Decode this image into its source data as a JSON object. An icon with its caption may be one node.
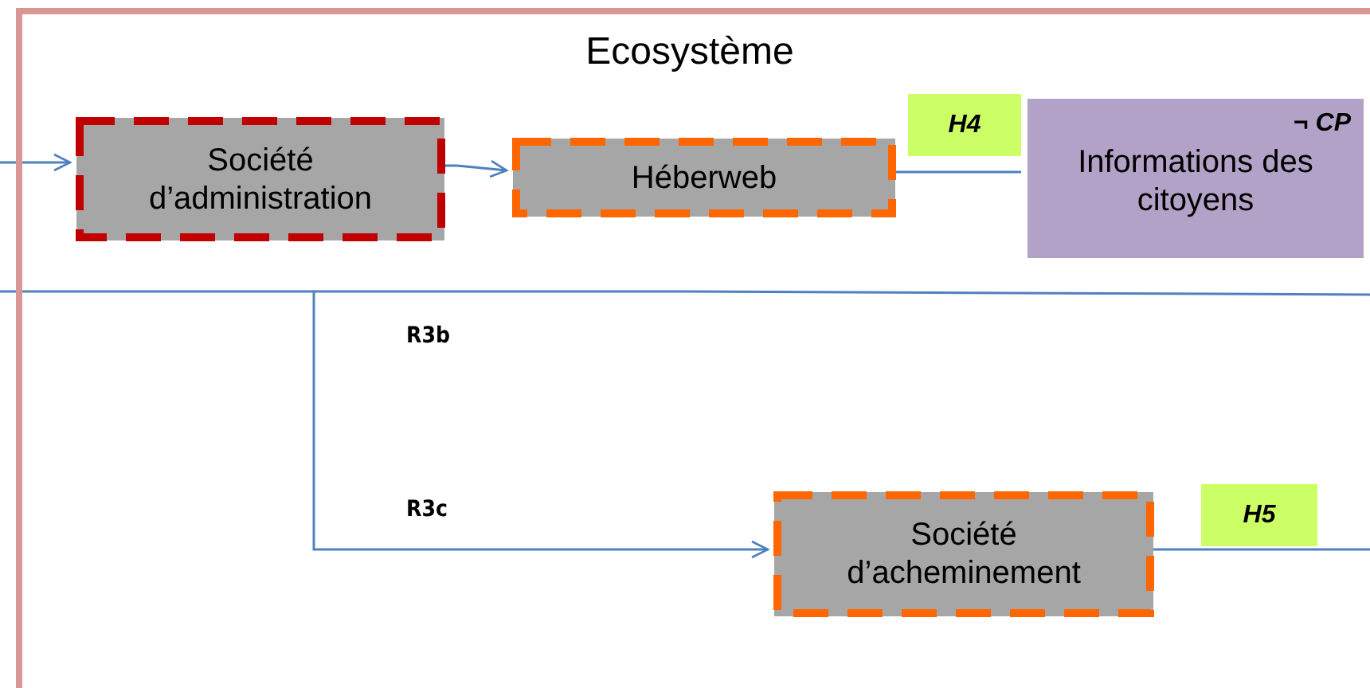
{
  "diagram": {
    "nodes": [
      {
        "text": [
          "Ecosystème"
        ]
      },
      {
        "text": [
          "Société d’administration"
        ],
        "in": 0
      },
      {
        "text": [
          "Héberweb"
        ],
        "in": 0
      },
      {
        "text": [
          "H4"
        ],
        "in": 0
      },
      {
        "text": [
          "¬ CP",
          "Informations des citoyens"
        ],
        "in": 0
      },
      {
        "text": [
          "Société d’acheminement"
        ],
        "in": 0
      },
      {
        "text": [
          "H5"
        ],
        "in": 0
      }
    ],
    "edges": [
      {
        "from": null,
        "to": 1,
        "arrow": "to"
      },
      {
        "from": 1,
        "to": 2,
        "arrow": "to"
      },
      {
        "from": 2,
        "to": 4,
        "arrow": "none"
      },
      {
        "from": null,
        "to": 5,
        "arrow": "to"
      },
      {
        "from": 5,
        "to": null,
        "arrow": "none"
      }
    ],
    "labels": [
      "R3b",
      "R3c"
    ]
  }
}
